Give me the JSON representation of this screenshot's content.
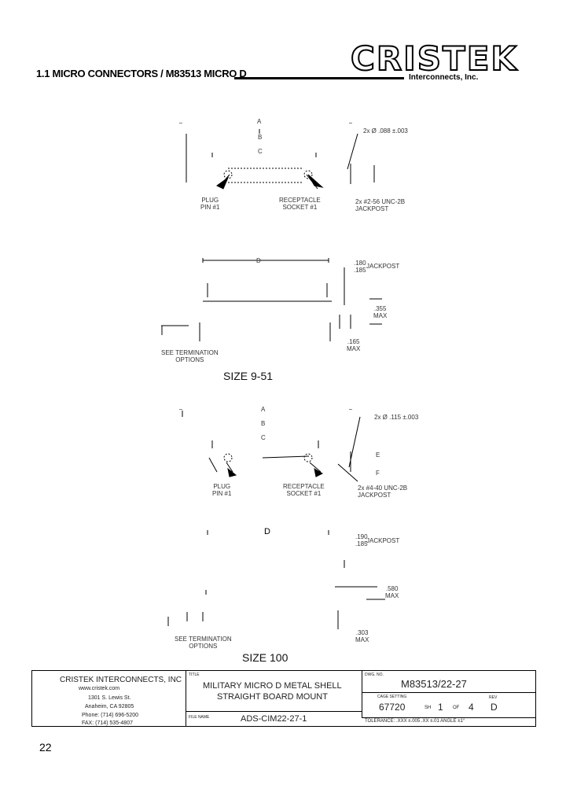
{
  "header": {
    "title": "1.1 MICRO CONNECTORS / M83513 MICRO D",
    "logo": "CRISTEK",
    "logo_sub": "Interconnects, Inc."
  },
  "drawing1": {
    "dim_a": "A",
    "dim_b": "B",
    "dim_c": "C",
    "hole_note": "2x Ø .088 ±.003",
    "plug_label": "PLUG\nPIN #1",
    "receptacle_label": "RECEPTACLE\nSOCKET #1",
    "jackpost_note": "2x #2-56 UNC-2B\nJACKPOST"
  },
  "drawing2": {
    "dim_d": "D",
    "jackpost_dim": ".180\n.185",
    "jackpost_label": "JACKPOST",
    "max_dim": ".355\nMAX",
    "pin_dim": ".165\nMAX",
    "termination_note": "SEE TERMINATION\nOPTIONS",
    "size_label": "SIZE 9-51"
  },
  "drawing3": {
    "dim_a": "A",
    "dim_b": "B",
    "dim_c": "C",
    "hole_note": "2x Ø .115 ±.003",
    "plug_label": "PLUG\nPIN #1",
    "receptacle_label": "RECEPTACLE\nSOCKET #1",
    "jackpost_note": "2x #4-40 UNC-2B\nJACKPOST",
    "dim_e": "E",
    "dim_f": "F"
  },
  "drawing4": {
    "dim_d": "D",
    "jackpost_dim": ".190\n.185",
    "jackpost_label": "JACKPOST",
    "max_dim": ".580\nMAX",
    "pin_dim": ".303\nMAX",
    "termination_note": "SEE TERMINATION\nOPTIONS",
    "size_label": "SIZE 100"
  },
  "title_block": {
    "company": "CRISTEK INTERCONNECTS, INC",
    "website": "www.cristek.com",
    "address": "1301 S. Lewis St.",
    "city": "Anaheim, CA 92805",
    "phone": "Phone: (714) 696-5200",
    "fax": "FAX: (714) 535-4807",
    "title_label": "TITLE",
    "title_line1": "MILITARY MICRO D METAL SHELL",
    "title_line2": "STRAIGHT BOARD MOUNT",
    "dwg_label": "DWG. NO.",
    "dwg_no": "M83513/22-27",
    "cage_label": "CAGE SETTING",
    "cage_code": "67720",
    "sheet_label": "SH",
    "sheet": "1",
    "of_label": "OF",
    "of": "4",
    "rev_label": "REV",
    "rev": "D",
    "file_label": "FILE NAME",
    "file_name": "ADS-CIM22-27-1",
    "tolerance": "TOLERANCE: .XXX ±.005  .XX ±.01  ANGLE ±1°"
  },
  "page_number": "22"
}
